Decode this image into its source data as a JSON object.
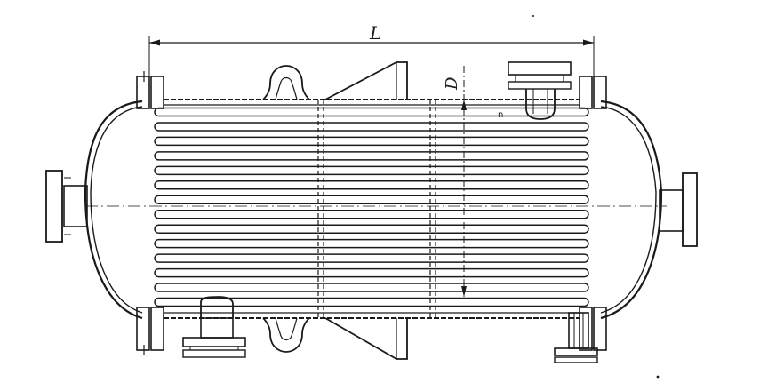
{
  "drawing": {
    "labels": {
      "length": "L",
      "diameter": "D"
    },
    "colors": {
      "ink": "#1a1a1a",
      "paper": "#ffffff"
    },
    "tube_count": 14
  }
}
